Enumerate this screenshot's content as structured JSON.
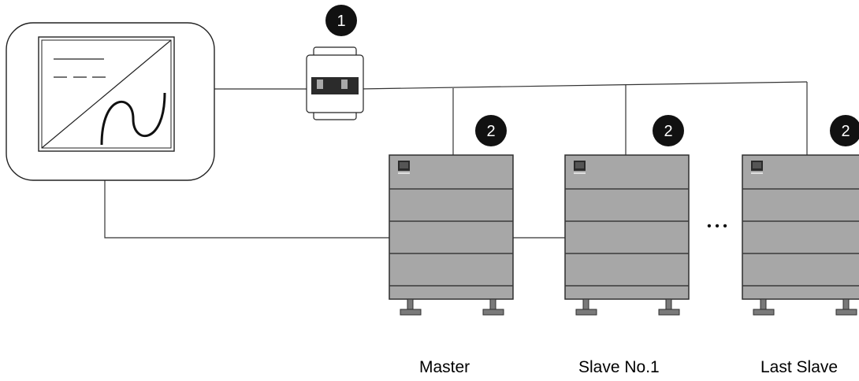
{
  "diagram": {
    "inverter": {
      "icon": "inverter-dc-ac-icon"
    },
    "breaker": {
      "icon": "circuit-breaker-icon",
      "marker": "1"
    },
    "batteries": [
      {
        "marker": "2",
        "label": "Master"
      },
      {
        "marker": "2",
        "label": "Slave No.1"
      },
      {
        "marker": "2",
        "label": "Last Slave"
      }
    ],
    "ellipsis": "• • •",
    "colors": {
      "battery_body": "#a7a7a7",
      "battery_border": "#2f2f2f",
      "marker_fill": "#111111",
      "line": "#333333"
    }
  }
}
